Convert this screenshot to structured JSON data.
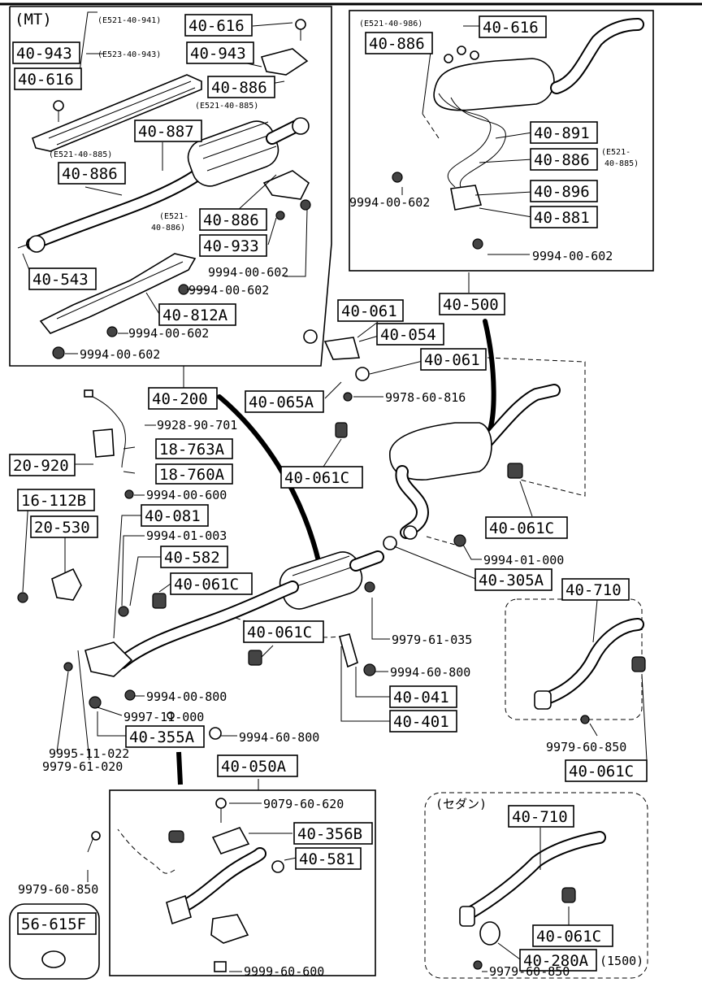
{
  "header": {
    "variant": "(MT)"
  },
  "groups": {
    "top_left": {
      "refs": [
        "(E521-40-941)",
        "(E523-40-943)",
        "(E521-40-885)",
        "(E521-40-885)",
        "(E521-",
        "40-886)"
      ],
      "labels": [
        "40-616",
        "40-943",
        "40-943",
        "40-616",
        "40-886",
        "40-887",
        "40-886",
        "40-886",
        "40-933",
        "40-543",
        "40-812A"
      ],
      "fasteners": [
        "9994-00-602",
        "9994-00-602",
        "9994-00-602",
        "9994-00-602"
      ]
    },
    "top_right": {
      "refs": [
        "(E521-40-986)",
        "(E521-",
        "40-885)"
      ],
      "labels": [
        "40-616",
        "40-886",
        "40-891",
        "40-886",
        "40-896",
        "40-881"
      ],
      "fasteners": [
        "9994-00-602",
        "9994-00-602"
      ],
      "assembly": "40-500"
    },
    "main": {
      "labels": [
        "40-061",
        "40-054",
        "40-061",
        "40-065A",
        "40-200",
        "18-763A",
        "20-920",
        "18-760A",
        "16-112B",
        "20-530",
        "40-081",
        "40-582",
        "40-061C",
        "40-061C",
        "40-061C",
        "40-061C",
        "40-305A",
        "40-041",
        "40-401",
        "40-355A",
        "40-050A",
        "40-710",
        "40-061C"
      ],
      "fasteners": [
        "9978-60-816",
        "9928-90-701",
        "9994-00-600",
        "9994-01-003",
        "9994-01-000",
        "9979-61-035",
        "9994-60-800",
        "9994-00-800",
        "9997-11-000",
        "9995-11-022",
        "9979-61-020",
        "9994-60-800",
        "9979-60-850"
      ]
    },
    "bottom_middle": {
      "labels": [
        "40-356B",
        "40-581"
      ],
      "fasteners": [
        "9079-60-620",
        "9999-60-600"
      ],
      "left_fastener": "9979-60-850"
    },
    "bottom_left": {
      "labels": [
        "56-615F"
      ]
    },
    "bottom_right": {
      "note": "(セダン)",
      "labels": [
        "40-710",
        "40-061C",
        "40-280A"
      ],
      "engine_note": "(1500)",
      "fasteners": [
        "9979-60-850"
      ]
    }
  }
}
